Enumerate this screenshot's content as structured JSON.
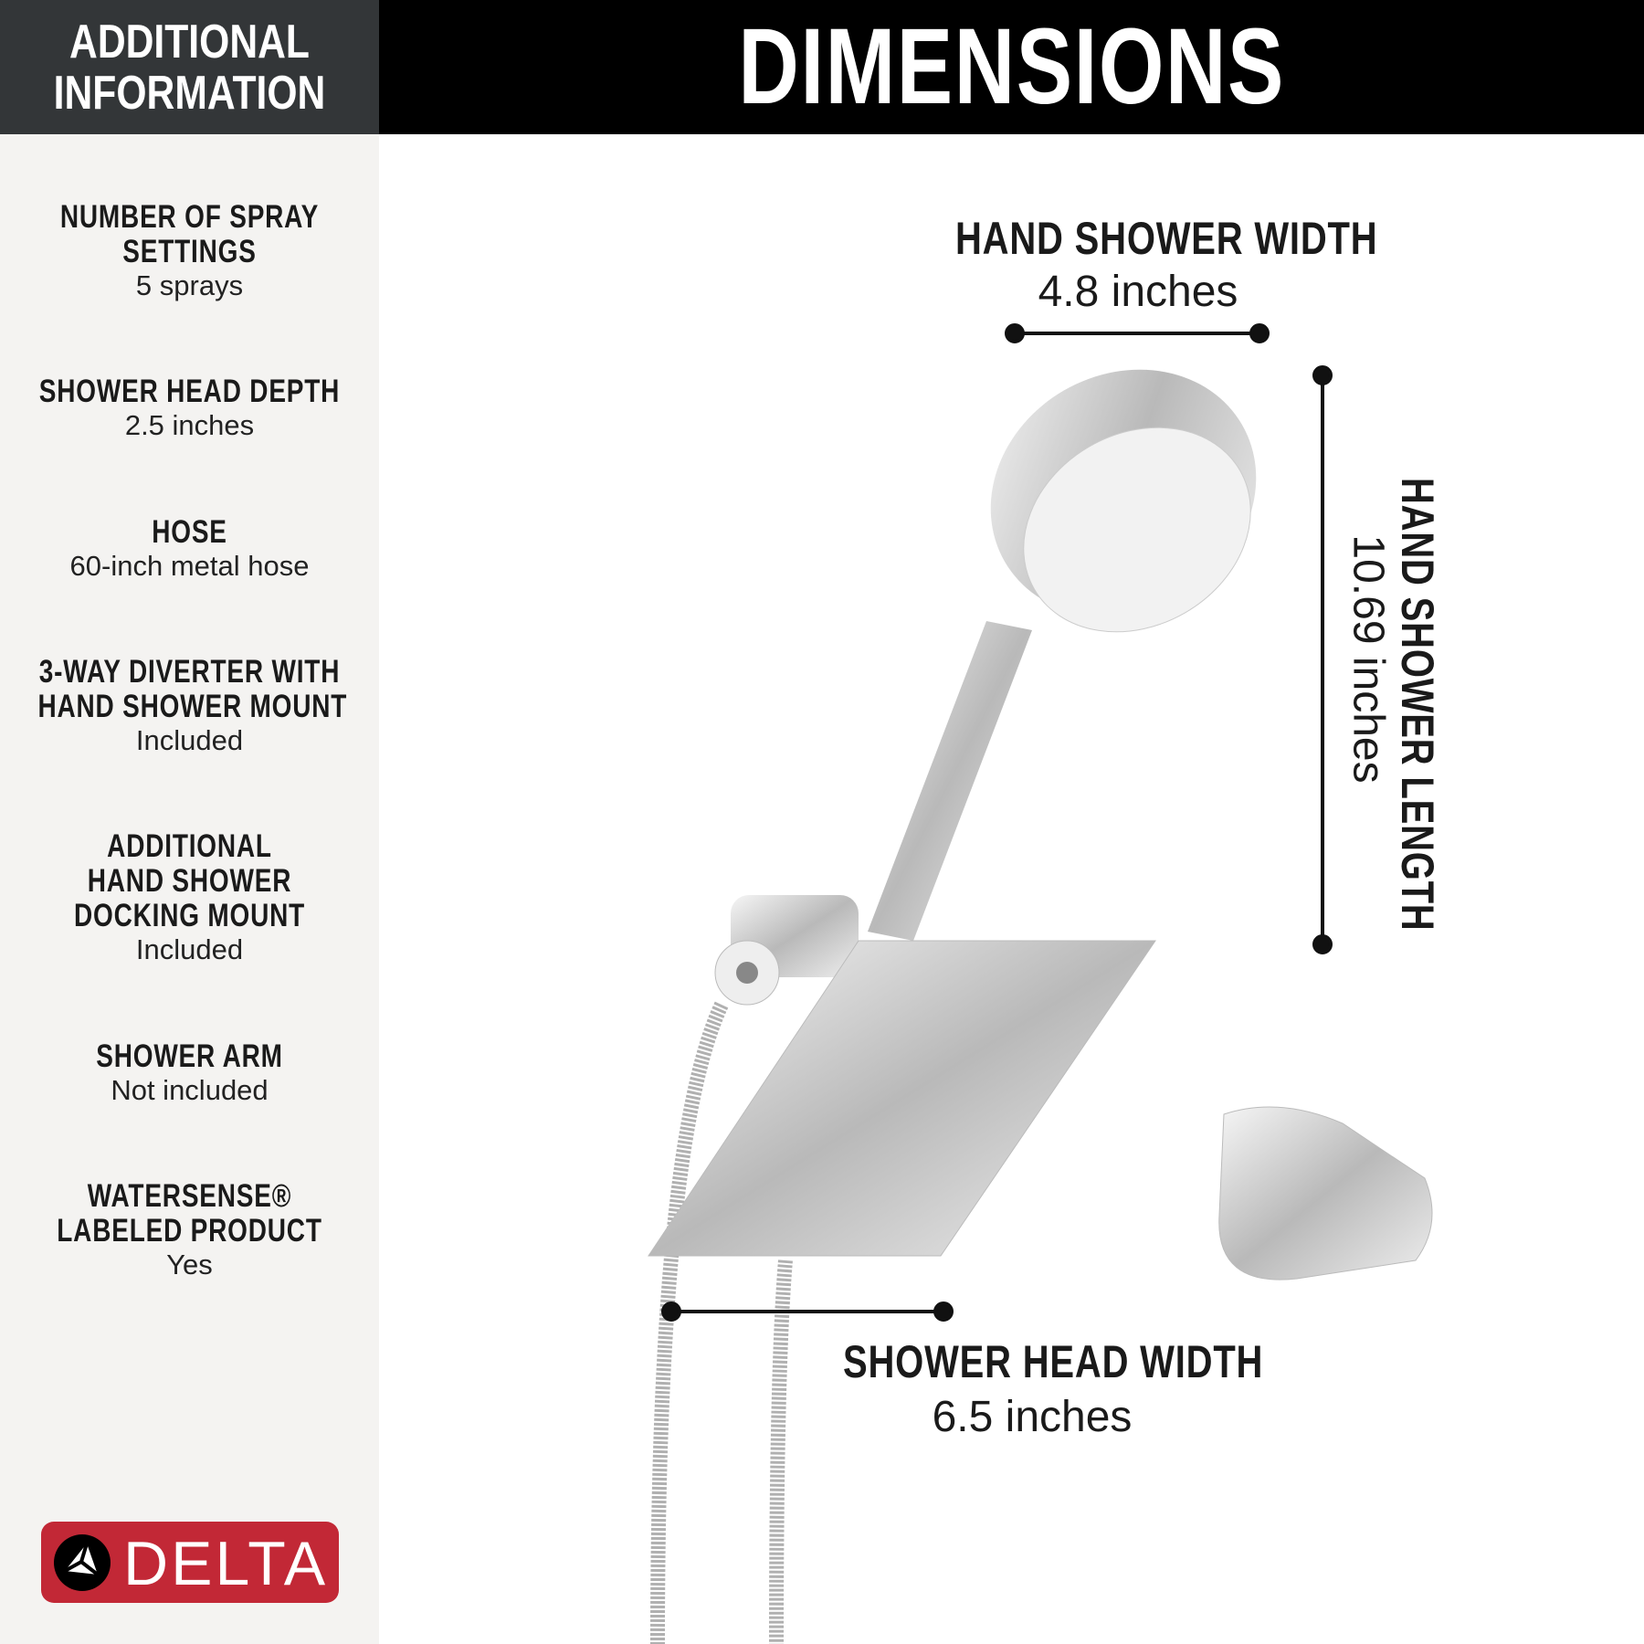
{
  "sidebar": {
    "title_line1": "ADDITIONAL",
    "title_line2": "INFORMATION",
    "items": [
      {
        "label_lines": [
          "NUMBER OF SPRAY",
          "SETTINGS"
        ],
        "value": "5 sprays"
      },
      {
        "label_lines": [
          "SHOWER HEAD DEPTH"
        ],
        "value": "2.5 inches"
      },
      {
        "label_lines": [
          "HOSE"
        ],
        "value": "60-inch metal hose"
      },
      {
        "label_lines": [
          "3-WAY DIVERTER WITH",
          "HAND SHOWER MOUNT"
        ],
        "value": "Included"
      },
      {
        "label_lines": [
          "ADDITIONAL",
          "HAND SHOWER",
          "DOCKING MOUNT"
        ],
        "value": "Included"
      },
      {
        "label_lines": [
          "SHOWER ARM"
        ],
        "value": "Not included"
      },
      {
        "label_lines": [
          "WATERSENSE® ",
          "LABELED PRODUCT"
        ],
        "value": "Yes"
      }
    ],
    "logo": "DELTA"
  },
  "header": {
    "title": "DIMENSIONS"
  },
  "dimensions": {
    "hand_shower_width": {
      "label": "HAND SHOWER WIDTH",
      "value": "4.8 inches"
    },
    "hand_shower_length": {
      "label": "HAND SHOWER LENGTH",
      "value": "10.69 inches"
    },
    "shower_head_width": {
      "label": "SHOWER HEAD WIDTH",
      "value": "6.5 inches"
    }
  },
  "colors": {
    "brand_red": "#c22836",
    "sidebar_header": "#333638"
  }
}
